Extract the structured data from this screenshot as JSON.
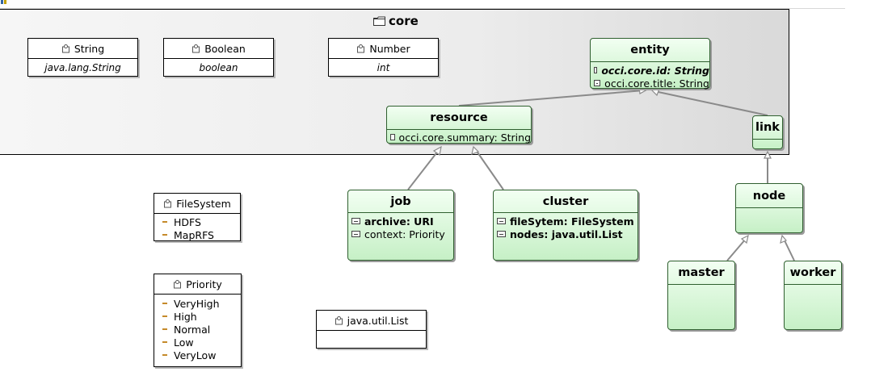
{
  "package": {
    "name": "core"
  },
  "datatypes": {
    "string": {
      "name": "String",
      "value": "java.lang.String"
    },
    "boolean": {
      "name": "Boolean",
      "value": "boolean"
    },
    "number": {
      "name": "Number",
      "value": "int"
    },
    "list": {
      "name": "java.util.List",
      "value": ""
    }
  },
  "enums": {
    "filesystem": {
      "name": "FileSystem",
      "literals": [
        "HDFS",
        "MapRFS"
      ]
    },
    "priority": {
      "name": "Priority",
      "literals": [
        "VeryHigh",
        "High",
        "Normal",
        "Low",
        "VeryLow"
      ]
    }
  },
  "classes": {
    "entity": {
      "name": "entity",
      "attributes": [
        "occi.core.id: String",
        "occi.core.title: String"
      ]
    },
    "resource": {
      "name": "resource",
      "attributes": [
        "occi.core.summary: String"
      ]
    },
    "link": {
      "name": "link",
      "attributes": []
    },
    "job": {
      "name": "job",
      "attributes": [
        "archive: URI",
        "context: Priority"
      ]
    },
    "cluster": {
      "name": "cluster",
      "attributes": [
        "fileSytem: FileSystem",
        "nodes: java.util.List"
      ]
    },
    "node": {
      "name": "node",
      "attributes": []
    },
    "master": {
      "name": "master",
      "attributes": []
    },
    "worker": {
      "name": "worker",
      "attributes": []
    }
  },
  "colors": {
    "class_fill_top": "#f2fff2",
    "class_fill_bottom": "#c6f0c6",
    "class_border": "#2f5f2f",
    "edge": "#8a8a8a",
    "package_fill": "#e6e6e6",
    "literal_marker": "#c58a2a"
  },
  "icons": {
    "package": "folder-icon",
    "datatype": "datatype-icon",
    "enumeration": "enumeration-icon",
    "attribute": "attribute-icon"
  }
}
